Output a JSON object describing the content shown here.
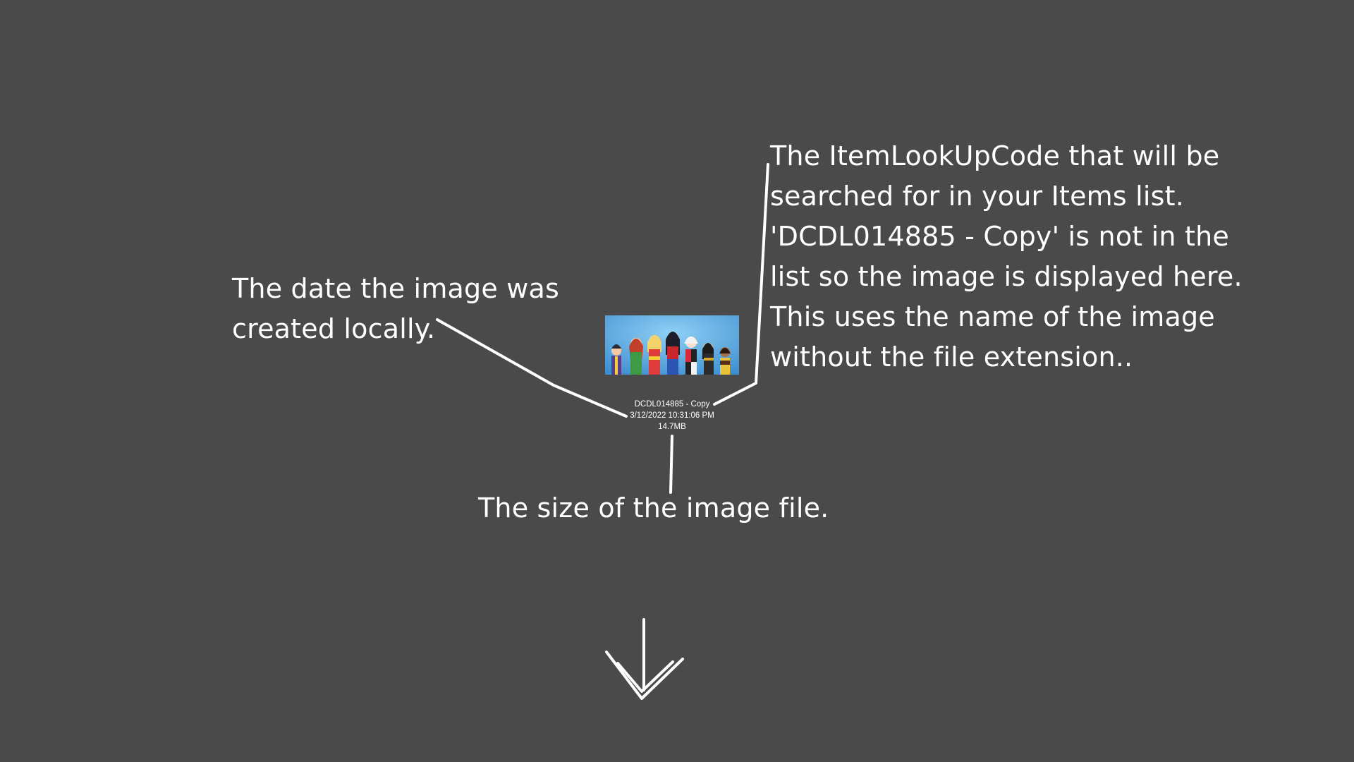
{
  "annotations": {
    "item_lookup": {
      "lines": [
        "The ItemLookUpCode that will be",
        "searched for in your Items list.",
        "'DCDL014885 - Copy' is not in the",
        "list so the image is displayed here.",
        "This uses the name of the image",
        "without the file extension.."
      ]
    },
    "date": {
      "lines": [
        "The date the image was",
        "created locally."
      ]
    },
    "size": {
      "lines": [
        "The size of the image file."
      ]
    }
  },
  "file_tile": {
    "name": "DCDL014885 - Copy",
    "date": "3/12/2022 10:31:06 PM",
    "size": "14.7MB"
  },
  "colors": {
    "background": "#4a4a4a",
    "text": "#ffffff",
    "thumbnail_sky": "#5aa8e0"
  },
  "icons": {
    "down_arrow": "arrow-down-icon"
  }
}
